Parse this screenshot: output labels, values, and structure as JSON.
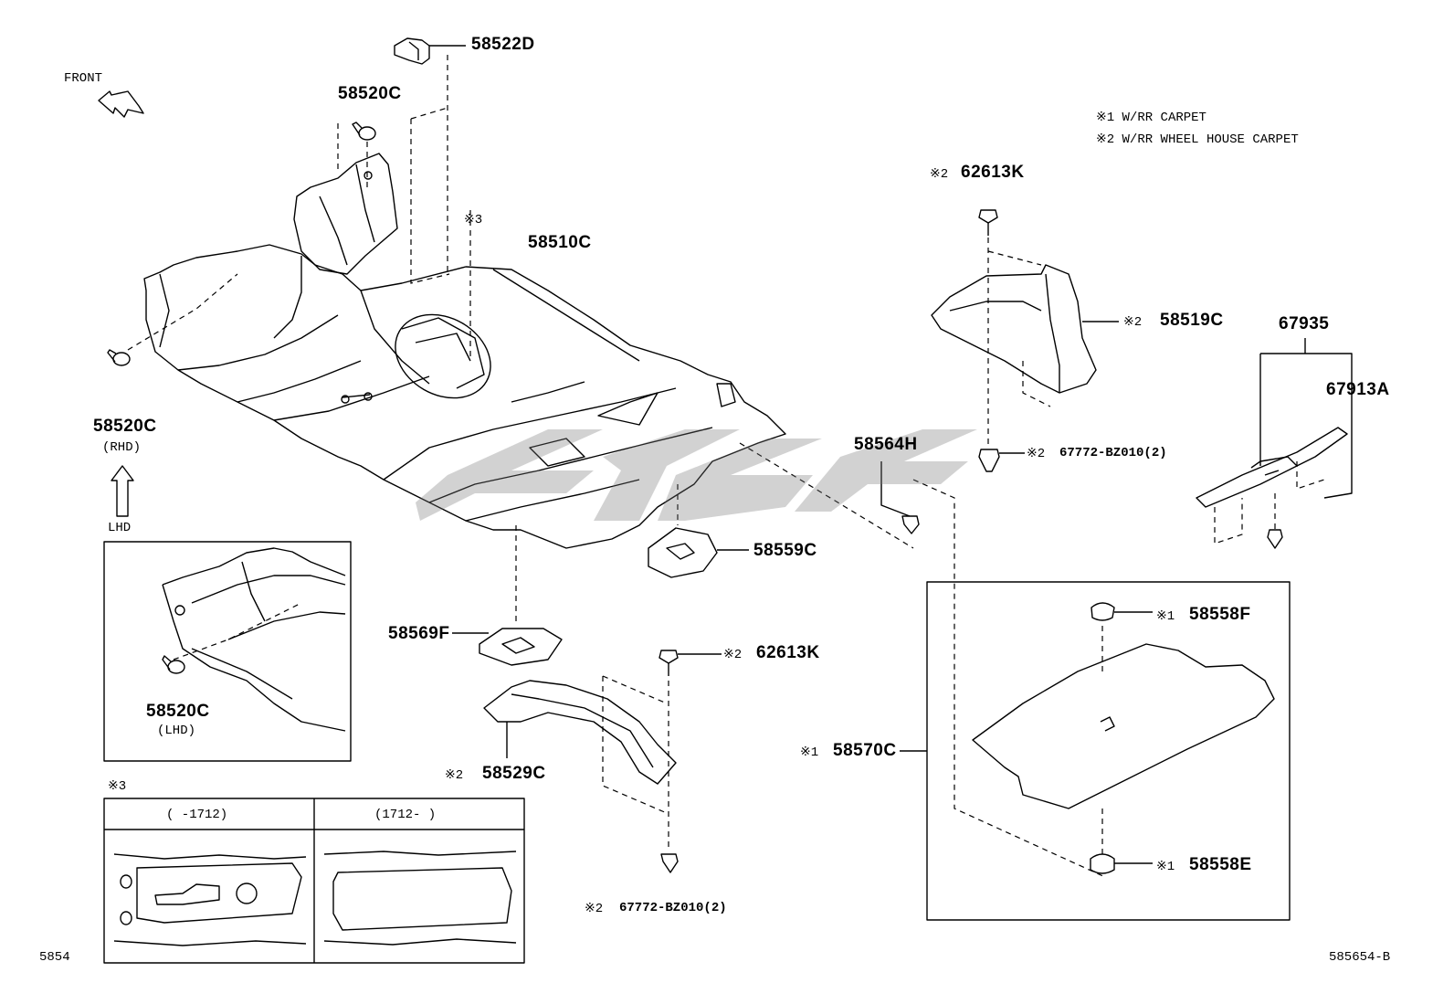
{
  "front_label": "FRONT",
  "notes": [
    "※1 W/RR CARPET",
    "※2 W/RR WHEEL HOUSE CARPET"
  ],
  "parts": {
    "p58522D": "58522D",
    "p58520C_top": "58520C",
    "p58510C": "58510C",
    "ref3": "※3",
    "p58520C_rhd": "58520C",
    "rhd": "(RHD)",
    "lhd_arrow": "LHD",
    "p58520C_lhd": "58520C",
    "lhd": "(LHD)",
    "p62613K_top": "62613K",
    "m2_62613K_top": "※2",
    "p58519C": "58519C",
    "m2_58519C": "※2",
    "p67772_top": "67772-BZ010(2)",
    "m2_67772_top": "※2",
    "p58564H": "58564H",
    "p67935": "67935",
    "p67913A": "67913A",
    "p58559C": "58559C",
    "p58569F": "58569F",
    "p62613K_mid": "62613K",
    "m2_62613K_mid": "※2",
    "p58529C": "58529C",
    "m2_58529C": "※2",
    "p67772_bot": "67772-BZ010(2)",
    "m2_67772_bot": "※2",
    "p58558F": "58558F",
    "m1_58558F": "※1",
    "p58570C": "58570C",
    "m1_58570C": "※1",
    "p58558E": "58558E",
    "m1_58558E": "※1"
  },
  "inset_table": {
    "marker": "※3",
    "col1": "(      -1712)",
    "col2": "(1712-      )"
  },
  "corner_left": "5854",
  "corner_right": "585654-B"
}
